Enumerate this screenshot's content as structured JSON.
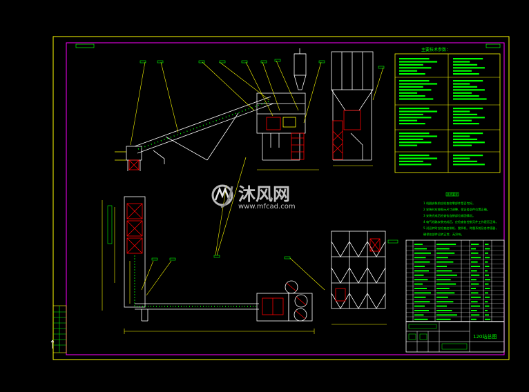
{
  "colors": {
    "background": "#000000",
    "frame": "#ffff00",
    "border": "#ff00ff",
    "structure": "#ffffff",
    "annotation": "#ffff00",
    "text": "#00ff00",
    "hatch": "#ff0000",
    "cyan": "#00ffff"
  },
  "watermark": {
    "brand": "沐风网",
    "url": "www.mfcad.com",
    "icon": "mfcad-logo-icon"
  },
  "title_block": {
    "drawing_name": "120站总图"
  },
  "tech_params": {
    "title": "主要技术参数："
  },
  "notes": {
    "title": "技术要求",
    "lines": [
      "1 机器安装前应检查各零部件是否完好。",
      "2 安装时应按图示尺寸调整，保证各部件位置正确。",
      "3 安装完成后检查各连接部位紧固情况。",
      "4 电气线路安装完成后，应检查各控制元件工作是否正常。",
      "5 试运转时应检查皮带机、搅拌机、称量系统及各传感器，",
      "确保各部件运转正常，无异响。"
    ]
  }
}
